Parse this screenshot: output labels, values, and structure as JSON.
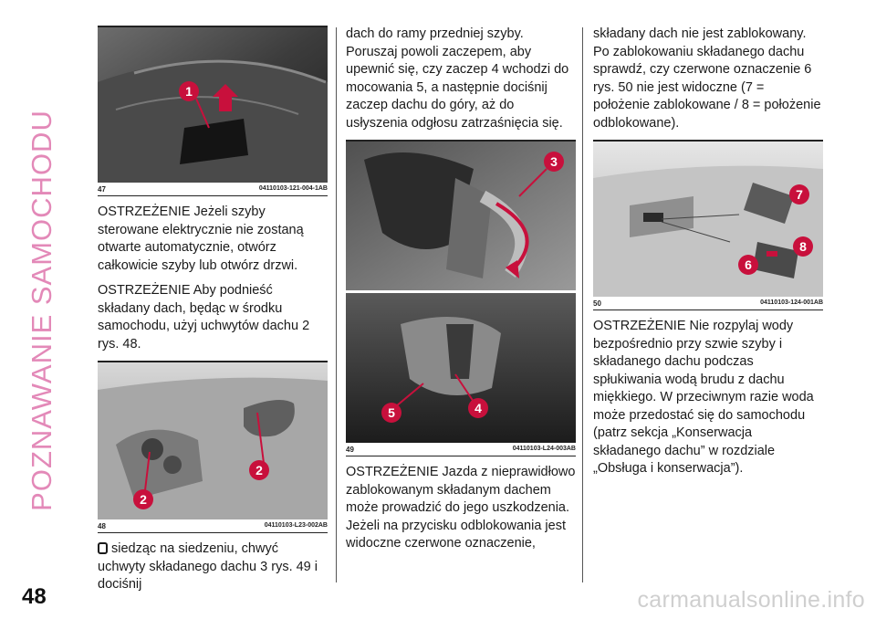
{
  "side_title": "POZNAWANIE SAMOCHODU",
  "page_number": "48",
  "watermark": "carmanualsonline.info",
  "colors": {
    "accent_pink": "#e389b8",
    "callout_red": "#c8103c"
  },
  "col1": {
    "fig47": {
      "number": "47",
      "code": "04110103-121-004-1AB",
      "callouts": [
        "1"
      ]
    },
    "para1": "OSTRZEŻENIE Jeżeli szyby sterowane elektrycznie nie zostaną otwarte automatycznie, otwórz całkowicie szyby lub otwórz drzwi.",
    "para2": "OSTRZEŻENIE Aby podnieść składany dach, będąc w środku samochodu, użyj uchwytów dachu 2 rys. 48.",
    "fig48": {
      "number": "48",
      "code": "04110103-L23-002AB",
      "callouts": [
        "2",
        "2"
      ]
    },
    "para3_icon": "seat-icon",
    "para3": "siedząc na siedzeniu, chwyć uchwyty składanego dachu 3 rys. 49 i dociśnij"
  },
  "col2": {
    "para1": "dach do ramy przedniej szyby. Poruszaj powoli zaczepem, aby upewnić się, czy zaczep 4 wchodzi do mocowania 5, a następnie dociśnij zaczep dachu do góry, aż do usłyszenia odgłosu zatrzaśnięcia się.",
    "fig49": {
      "number": "49",
      "code": "04110103-L24-003AB",
      "callouts": [
        "3",
        "5",
        "4"
      ]
    },
    "para2": "OSTRZEŻENIE Jazda z nieprawidłowo zablokowanym składanym dachem może prowadzić do jego uszkodzenia. Jeżeli na przycisku odblokowania jest widoczne czerwone oznaczenie,"
  },
  "col3": {
    "para1": "składany dach nie jest zablokowany. Po zablokowaniu składanego dachu sprawdź, czy czerwone oznaczenie 6 rys. 50 nie jest widoczne (7 = położenie zablokowane / 8 = położenie odblokowane).",
    "fig50": {
      "number": "50",
      "code": "04110103-124-001AB",
      "callouts": [
        "7",
        "8",
        "6"
      ]
    },
    "para2": "OSTRZEŻENIE Nie rozpylaj wody bezpośrednio przy szwie szyby i składanego dachu podczas spłukiwania wodą brudu z dachu miękkiego. W przeciwnym razie woda może przedostać się do samochodu (patrz sekcja „Konserwacja składanego dachu” w rozdziale „Obsługa i konserwacja”)."
  }
}
